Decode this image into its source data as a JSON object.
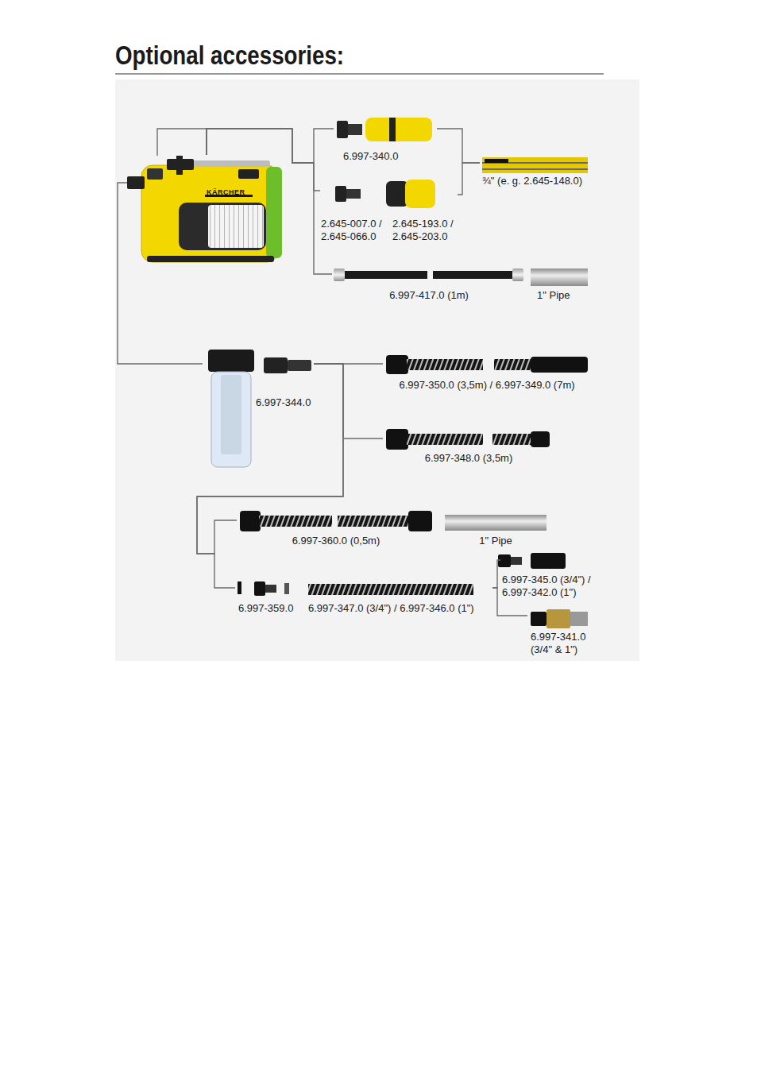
{
  "diagram": {
    "title": "Optional accessories:",
    "nodes": [
      {
        "text": [
          "KÄRCHER"
        ]
      },
      {
        "text": [
          "6.997-340.0"
        ]
      },
      {
        "text": [
          "¾\" (e. g. 2.645-148.0)"
        ]
      },
      {
        "text": [
          "2.645-007.0 / 2.645-066.0"
        ]
      },
      {
        "text": [
          "2.645-193.0 / 2.645-203.0"
        ]
      },
      {
        "text": [
          "6.997-417.0 (1m)"
        ]
      },
      {
        "text": [
          "1\" Pipe"
        ]
      },
      {
        "text": [
          "6.997-344.0"
        ]
      },
      {
        "text": [
          "6.997-350.0 (3,5m) / 6.997-349.0 (7m)"
        ]
      },
      {
        "text": [
          "6.997-348.0 (3,5m)"
        ]
      },
      {
        "text": [
          "6.997-360.0 (0,5m)"
        ]
      },
      {
        "text": [
          "1\" Pipe"
        ]
      },
      {
        "text": [
          "6.997-359.0"
        ]
      },
      {
        "text": [
          "6.997-347.0 (3/4\") / 6.997-346.0 (1\")"
        ]
      },
      {
        "text": [
          "6.997-345.0 (3/4\") / 6.997-342.0 (1\")"
        ]
      },
      {
        "text": [
          "6.997-341.0 (3/4\" & 1\")"
        ]
      }
    ],
    "edges": [
      {
        "from": 0,
        "to": 1,
        "arrow": "none"
      },
      {
        "from": 0,
        "to": 3,
        "arrow": "none"
      },
      {
        "from": 0,
        "to": 5,
        "arrow": "none"
      },
      {
        "from": 1,
        "to": 2,
        "arrow": "none"
      },
      {
        "from": 4,
        "to": 2,
        "arrow": "none"
      },
      {
        "from": 0,
        "to": 7,
        "arrow": "none"
      },
      {
        "from": 7,
        "to": 8,
        "arrow": "none"
      },
      {
        "from": 7,
        "to": 9,
        "arrow": "none"
      },
      {
        "from": 7,
        "to": 10,
        "arrow": "none"
      },
      {
        "from": 7,
        "to": 12,
        "arrow": "none"
      },
      {
        "from": 13,
        "to": 14,
        "arrow": "none"
      },
      {
        "from": 13,
        "to": 15,
        "arrow": "none"
      }
    ]
  }
}
